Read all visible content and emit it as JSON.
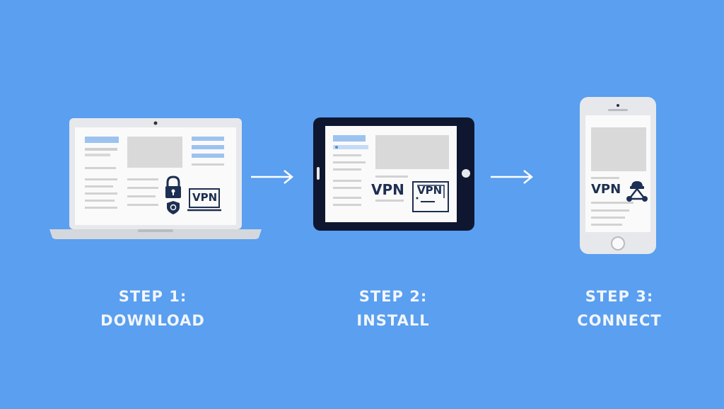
{
  "colors": {
    "background": "#5a9ff0",
    "device_frame": "#e6e8ec",
    "tablet_frame": "#0f1730",
    "screen": "#fafafa",
    "accent_light": "#9cc3f0",
    "placeholder": "#d9d9d9",
    "line": "#cfcfcf",
    "navy": "#1d2f52",
    "label": "#f2f6fb"
  },
  "steps": [
    {
      "device": "laptop",
      "vpn_text": "VPN",
      "icons": [
        "padlock-icon",
        "shield-icon",
        "monitor-icon"
      ],
      "label_line1": "STEP 1:",
      "label_line2": "DOWNLOAD"
    },
    {
      "device": "tablet",
      "vpn_text": "VPN",
      "vpn_box_text": "VPN",
      "label_line1": "STEP 2:",
      "label_line2": "INSTALL"
    },
    {
      "device": "phone",
      "vpn_text": "VPN",
      "icons": [
        "network-icon"
      ],
      "label_line1": "STEP 3:",
      "label_line2": "CONNECT"
    }
  ],
  "arrows": [
    "arrow-right-icon",
    "arrow-right-icon"
  ]
}
